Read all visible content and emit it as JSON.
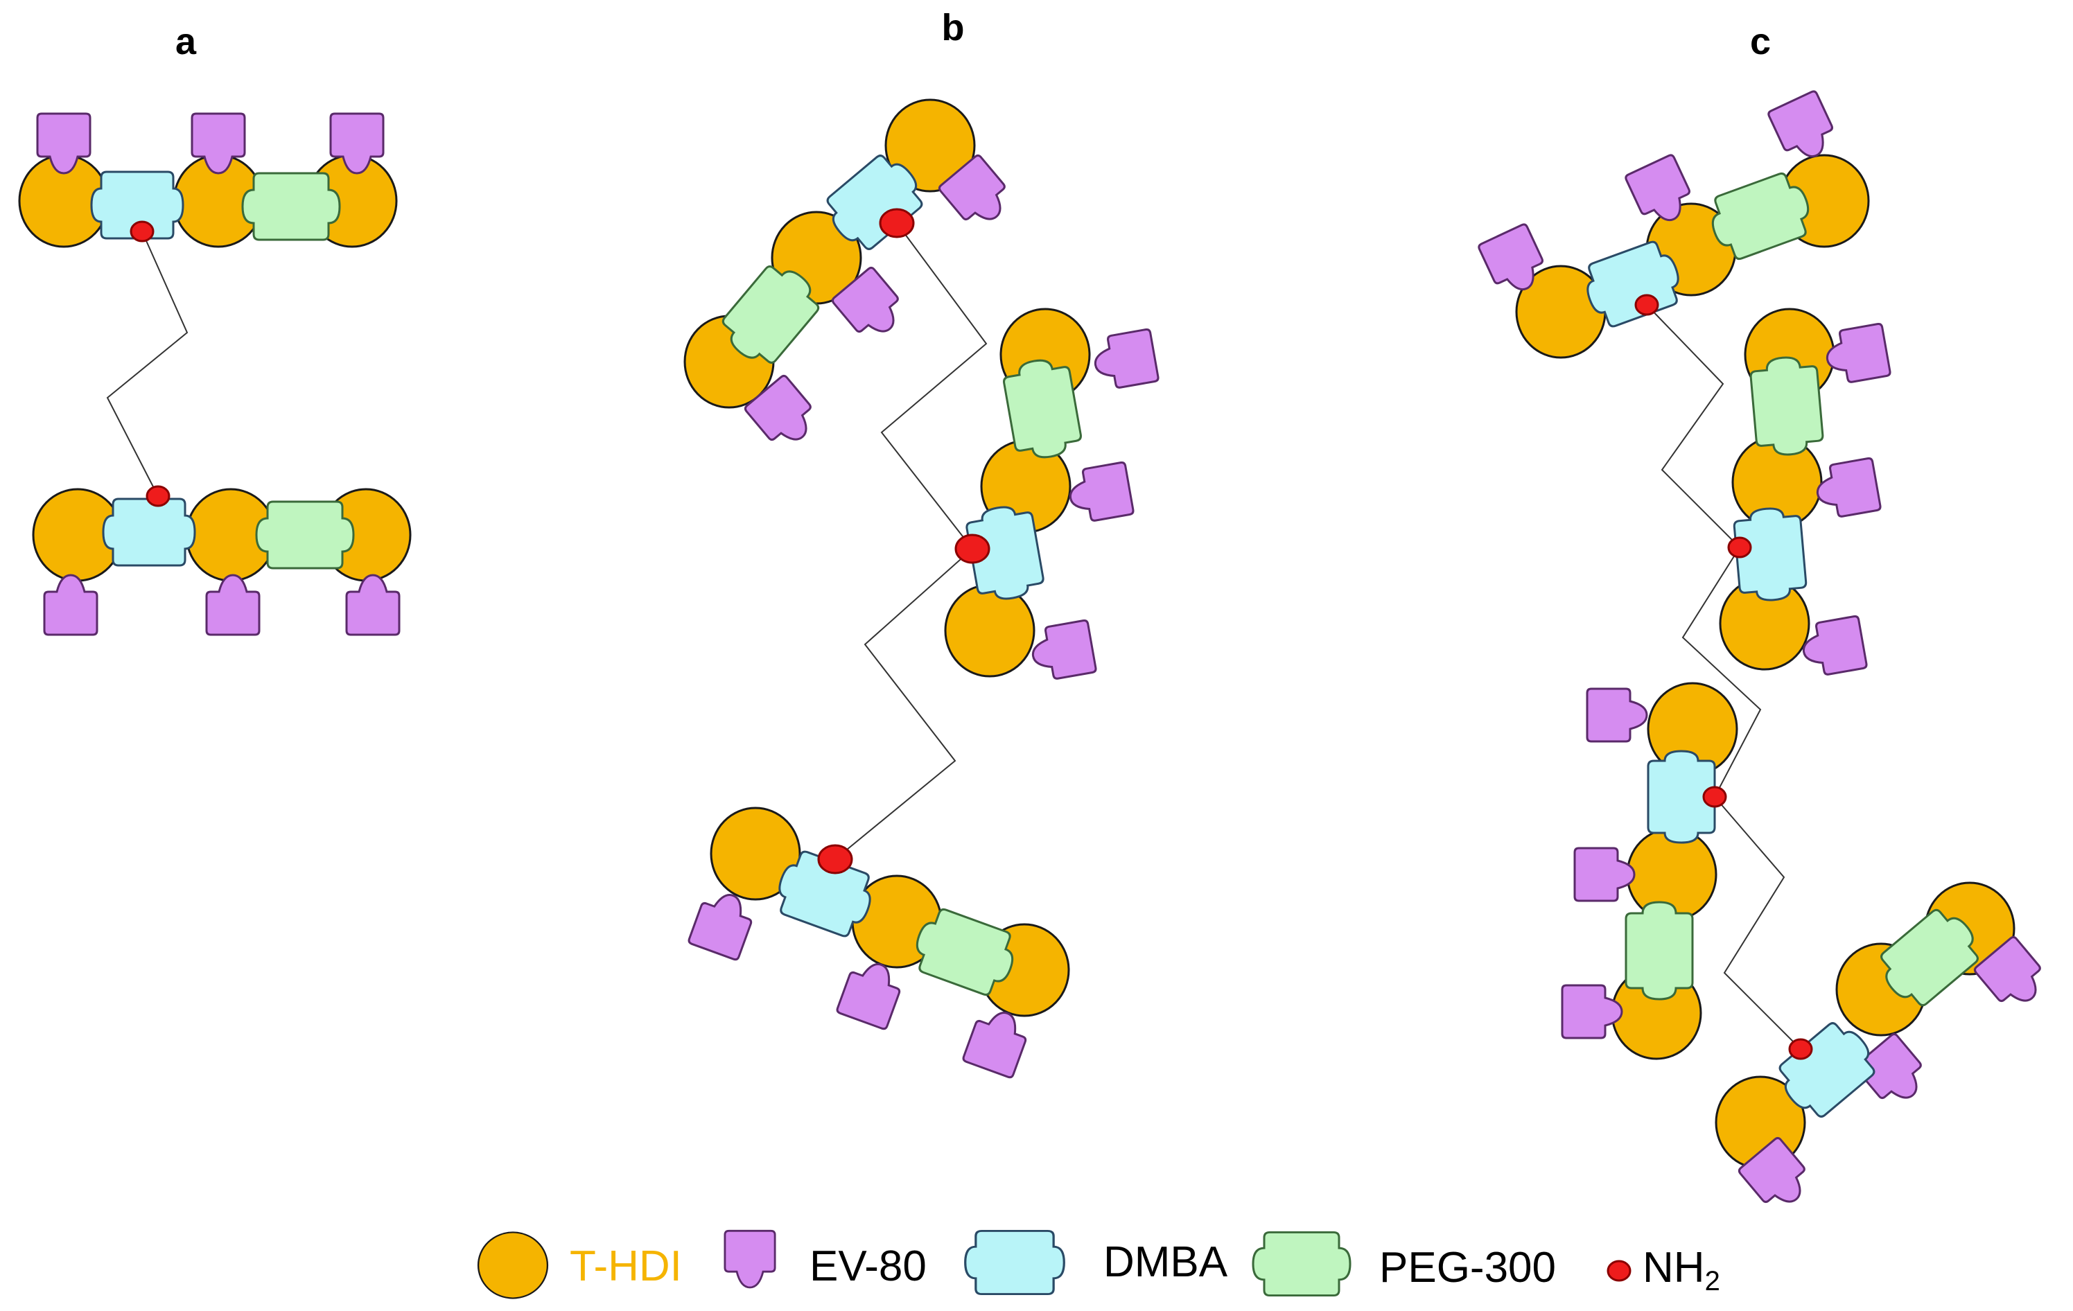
{
  "panels": [
    {
      "id": "a",
      "label": "a"
    },
    {
      "id": "b",
      "label": "b"
    },
    {
      "id": "c",
      "label": "c"
    }
  ],
  "legend": {
    "t_hdi": {
      "label": "T-HDI",
      "color": "#f5b400"
    },
    "ev80": {
      "label": "EV-80",
      "color": "#d58cf0"
    },
    "dmba": {
      "label": "DMBA",
      "color": "#b8f4f8"
    },
    "peg300": {
      "label": "PEG-300",
      "color": "#bff5bf"
    },
    "nh2": {
      "label_main": "NH",
      "label_sub": "2",
      "color": "#ee1c1c"
    }
  },
  "colors": {
    "outline": "#1a1a1a",
    "unit_outline": "#445566",
    "chain": "#333333"
  }
}
